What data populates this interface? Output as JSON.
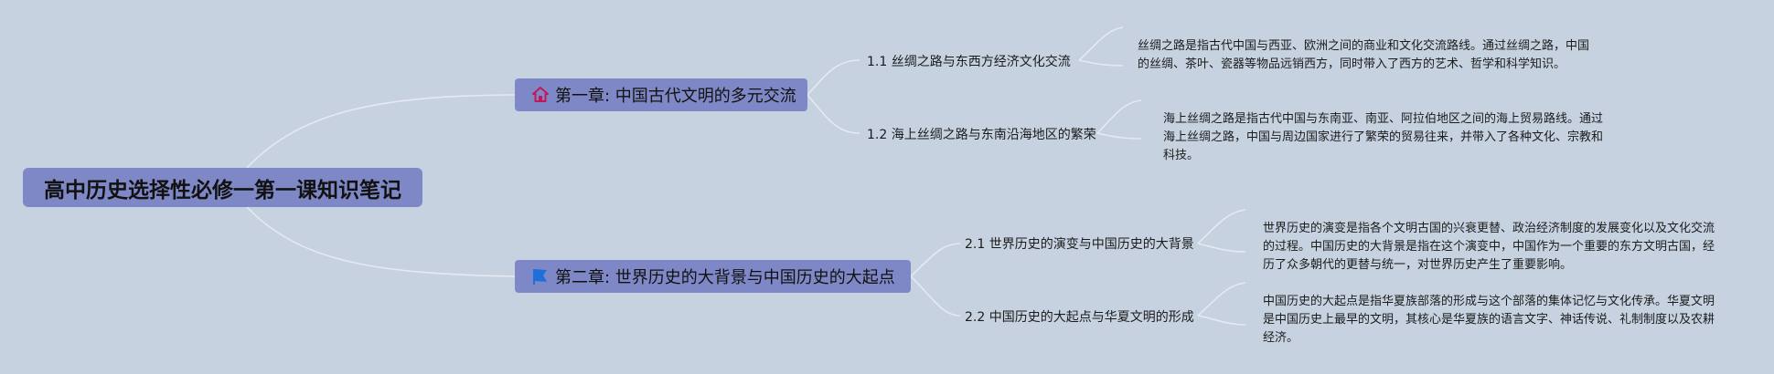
{
  "root": {
    "title": "高中历史选择性必修一第一课知识笔记"
  },
  "chapters": [
    {
      "title": "第一章: 中国古代文明的多元交流",
      "icon": "home-icon",
      "sections": [
        {
          "title": "1.1 丝绸之路与东西方经济文化交流",
          "note": "丝绸之路是指古代中国与西亚、欧洲之间的商业和文化交流路线。通过丝绸之路，中国的丝绸、茶叶、瓷器等物品远销西方，同时带入了西方的艺术、哲学和科学知识。"
        },
        {
          "title": "1.2 海上丝绸之路与东南沿海地区的繁荣",
          "note": "海上丝绸之路是指古代中国与东南亚、南亚、阿拉伯地区之间的海上贸易路线。通过海上丝绸之路，中国与周边国家进行了繁荣的贸易往来，并带入了各种文化、宗教和科技。"
        }
      ]
    },
    {
      "title": "第二章: 世界历史的大背景与中国历史的大起点",
      "icon": "flag-icon",
      "sections": [
        {
          "title": "2.1 世界历史的演变与中国历史的大背景",
          "note": "世界历史的演变是指各个文明古国的兴衰更替、政治经济制度的发展变化以及文化交流的过程。中国历史的大背景是指在这个演变中，中国作为一个重要的东方文明古国，经历了众多朝代的更替与统一，对世界历史产生了重要影响。"
        },
        {
          "title": "2.2 中国历史的大起点与华夏文明的形成",
          "note": "中国历史的大起点是指华夏族部落的形成与这个部落的集体记忆与文化传承。华夏文明是中国历史上最早的文明，其核心是华夏族的语言文字、神话传说、礼制制度以及农耕经济。"
        }
      ]
    }
  ],
  "colors": {
    "background": "#c6d2e0",
    "node_fill": "#7f88c6",
    "connector": "#e6e9f0",
    "home_icon": "#c2185b",
    "flag_icon": "#1e6fd9"
  }
}
